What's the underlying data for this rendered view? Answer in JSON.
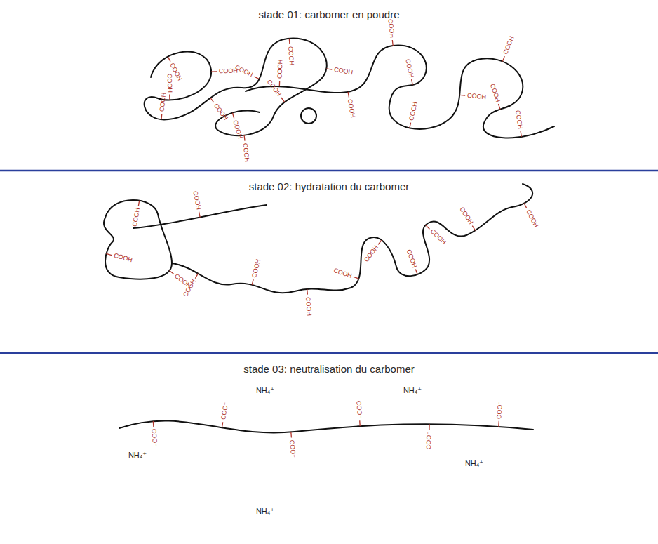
{
  "diagram": {
    "labels": [
      "stade 01: carbomer en poudre",
      "COOH",
      "COOH",
      "COOH",
      "COOH",
      "COOH",
      "COOH",
      "COOH",
      "COOH",
      "COOH",
      "COOH",
      "COOH",
      "COOH",
      "COOH",
      "COOH",
      "COOH",
      "COOH",
      "COOH",
      "COOH",
      "COOH",
      "COOH",
      "stade 02: hydratation du carbomer",
      "COOH",
      "COOH",
      "COOH",
      "COOH",
      "COOH",
      "COOH",
      "COOH",
      "COOH",
      "COOH",
      "COOH",
      "COOH",
      "COOH",
      "COOH",
      "stade 03: neutralisation du carbomer",
      "COO⁻",
      "COO⁻",
      "COO⁻",
      "COO⁻",
      "COO⁻",
      "COO⁻",
      "NH₄⁺",
      "NH₄⁺",
      "NH₄⁺",
      "NH₄⁺",
      "NH₄⁺"
    ]
  }
}
